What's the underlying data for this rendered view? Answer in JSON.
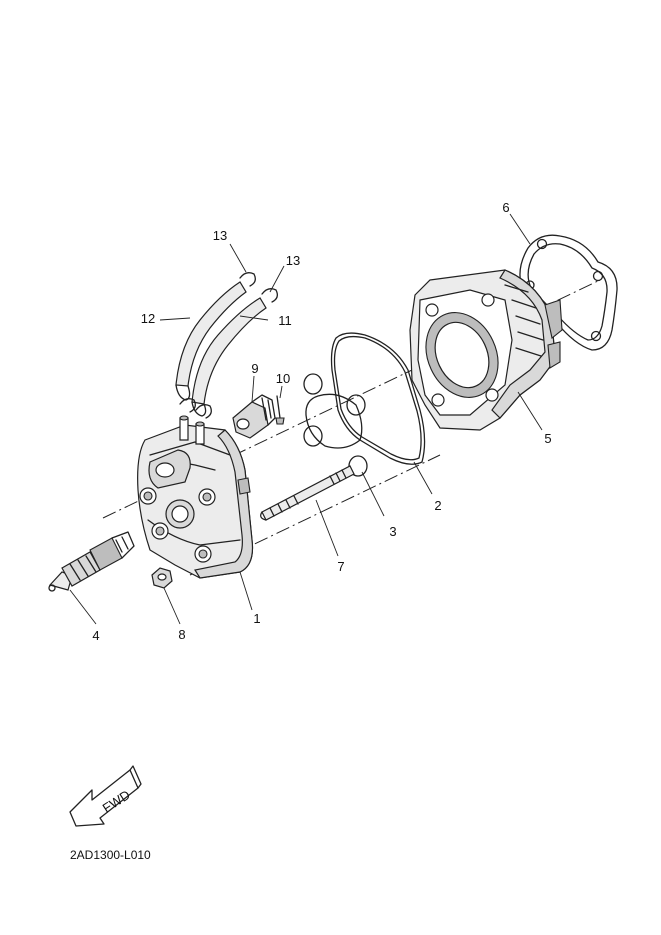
{
  "callouts": {
    "c1": "1",
    "c2": "2",
    "c3": "3",
    "c4": "4",
    "c5": "5",
    "c6": "6",
    "c7": "7",
    "c8": "8",
    "c9": "9",
    "c10": "10",
    "c11": "11",
    "c12": "12",
    "c13a": "13",
    "c13b": "13"
  },
  "fwd_label": "FWD",
  "diagram_code": "2AD1300-L010"
}
